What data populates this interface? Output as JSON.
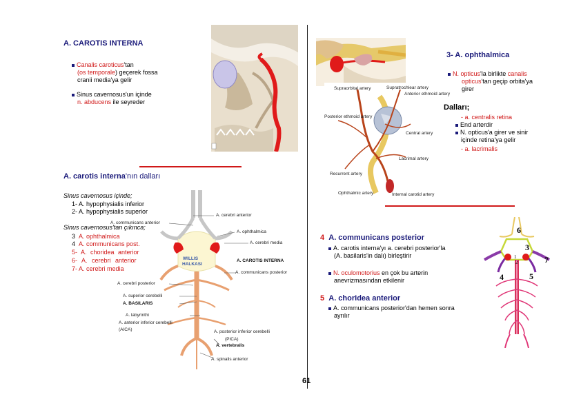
{
  "page_number": "61",
  "sec1": {
    "title": "A. CAROTIS INTERNA",
    "b1_l1a": "Canalis caroticus",
    "b1_l1b": "'tan",
    "b1_l2a": "(os temporale",
    "b1_l2b": ") geçerek fossa",
    "b1_l3": "cranii media'ya gelir",
    "b2_l1a": "Sinus cavernosus",
    "b2_l1b": "'un içinde",
    "b2_l2a": "n. abducens",
    "b2_l2b": " ile seyreder"
  },
  "sec3": {
    "title": "3- A. ophthalmica",
    "b1_l1a": "N. opticus",
    "b1_l1b": "'la birlikte ",
    "b1_l1c": "canalis",
    "b1_l2a": "opticus",
    "b1_l2b": "'tan geçip orbita'ya",
    "b1_l3": "girer",
    "dallari_title": "Dalları;",
    "d1": "- a. centralis retina",
    "d2": "End arterdir",
    "d3": "N. opticus'a girer ve sinir",
    "d4": "içinde retina'ya gelir",
    "d5": "- a. lacrimalis"
  },
  "branches": {
    "title_a": "A. carotis interna",
    "title_b": "'nın dalları",
    "sinus_in": "Sinus cavernosus içinde;",
    "i1": "1- A. hypophysialis inferior",
    "i2": "2- A. hypophysialis superior",
    "sinus_out": "Sinus cavernosus'tan çıkınca;",
    "o3n": "3",
    "o3": "A. ophthalmica",
    "o4n": "4",
    "o4": "A. communicans post.",
    "o5": "5- A. choridea anterior",
    "o6": "6- A. cerebri anterior",
    "o7": "7- A. cerebri media"
  },
  "sec4": {
    "num": "4",
    "title": "A. communicans posterior",
    "b1_l1": "A. carotis interna'yı a. cerebri posterior'la",
    "b1_l2": "(A. basilaris'in dalı) birleştirir",
    "b2_l1a": "N. oculomotorius",
    "b2_l1b": " en çok bu arterin",
    "b2_l2": "anevrizmasından etkilenir"
  },
  "sec5": {
    "num": "5",
    "title": "A. chorIdea anterior",
    "b1_l1": "A. communicans posterior'dan hemen sonra",
    "b1_l2": "ayrılır"
  },
  "eye_labels": {
    "l1": "Supraorbital artery",
    "l2": "Supratrochlear artery",
    "l3": "Anterior ethmoid artery",
    "l4": "Posterior ethmoid artery",
    "l5": "Central artery",
    "l6": "Lacrimal artery",
    "l7": "Recurrent artery",
    "l8": "Ophthalmic artery",
    "l9": "Internal carotid artery"
  },
  "willis_labels": {
    "l1": "A. cerebri anterior",
    "l2": "A. communicans anterior",
    "l3": "A. ophthalmica",
    "l4": "A. cerebri media",
    "l5": "A. CAROTIS INTERNA",
    "l6": "A. communicans posterior",
    "l7": "A. cerebri posterior",
    "l8": "A. superior cerebelli",
    "l9": "A. BASILARIS",
    "l10": "A. labyrinthi",
    "l11": "A. anterior inferior cerebelli",
    "l12": "(AICA)",
    "l13": "A. posterior inferior cerebelli",
    "l14": "(PICA)",
    "l15": "A. vertebralis",
    "l16": "A. spinalis anterior",
    "center1": "WILLIS",
    "center2": "HALKASI"
  },
  "brain_nums": {
    "n6": "6",
    "n3": "3",
    "n7": "7",
    "n4": "4",
    "n5": "5",
    "n1": "1",
    "n2": "2"
  }
}
